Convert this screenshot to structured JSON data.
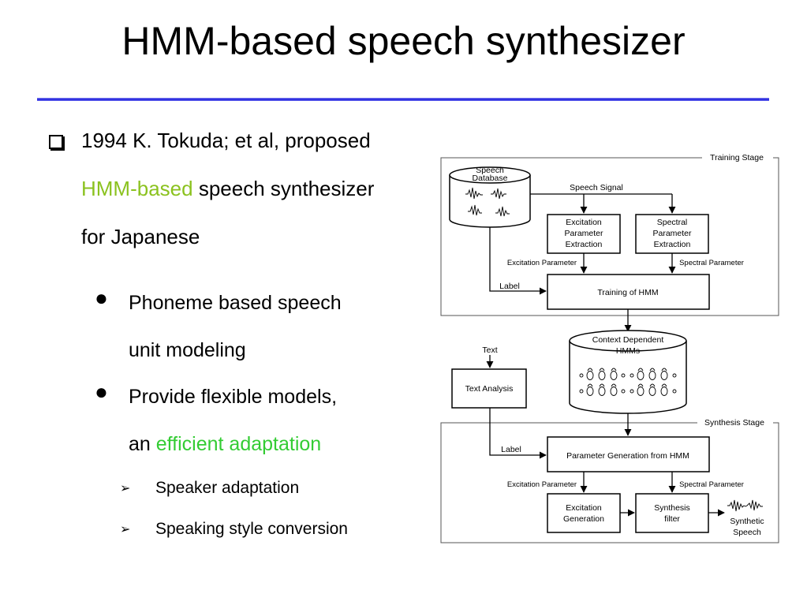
{
  "slide": {
    "title": "HMM-based speech synthesizer"
  },
  "bullets": {
    "main": {
      "line1": "1994 K. Tokuda; et al, proposed",
      "highlight": "HMM-based",
      "line2_rest": "speech synthesizer",
      "line3": "for Japanese"
    },
    "sub1": {
      "line1": "Phoneme based speech",
      "line2": "unit modeling"
    },
    "sub2": {
      "line1": "Provide flexible models,",
      "line2_prefix": "an",
      "highlight": "efficient adaptation"
    },
    "sub3": [
      {
        "text": "Speaker adaptation"
      },
      {
        "text": "Speaking style conversion"
      }
    ],
    "colors": {
      "hmm_based": "#8bc21f",
      "efficient_adaptation": "#33cc33"
    }
  },
  "diagram": {
    "training_stage": "Training Stage",
    "synthesis_stage": "Synthesis Stage",
    "speech_db_line1": "Speech",
    "speech_db_line2": "Database",
    "speech_signal": "Speech Signal",
    "excitation_extraction": [
      "Excitation",
      "Parameter",
      "Extraction"
    ],
    "spectral_extraction": [
      "Spectral",
      "Parameter",
      "Extraction"
    ],
    "excitation_parameter": "Excitation Parameter",
    "spectral_parameter": "Spectral Parameter",
    "label": "Label",
    "training_of_hmm": "Training of HMM",
    "context_hmms_line1": "Context Dependent",
    "context_hmms_line2": "HMMs",
    "text": "Text",
    "text_analysis": "Text Analysis",
    "parameter_generation": "Parameter Generation from HMM",
    "excitation_generation": [
      "Excitation",
      "Generation"
    ],
    "synthesis_filter": [
      "Synthesis",
      "filter"
    ],
    "synthetic_speech": [
      "Synthetic",
      "Speech"
    ]
  }
}
